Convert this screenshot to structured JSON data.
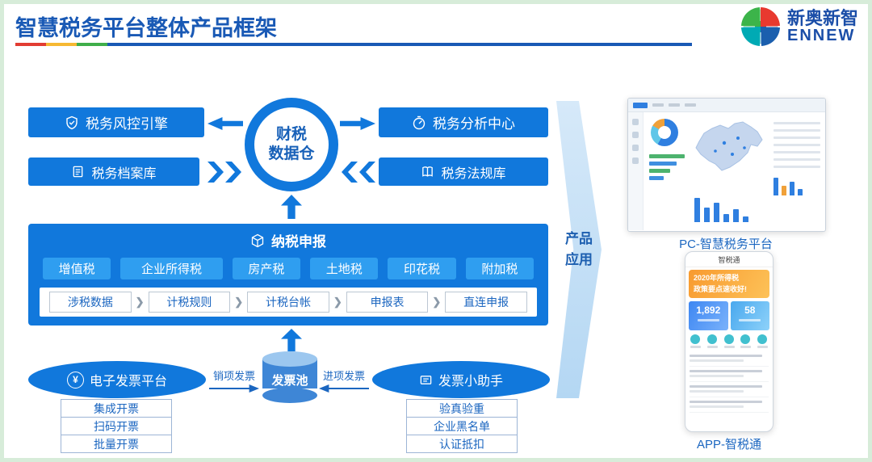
{
  "header": {
    "title": "智慧税务平台整体产品框架",
    "logo": {
      "name_cn": "新奥新智",
      "brand": "ENNEW"
    }
  },
  "hub": {
    "center_line1": "财税",
    "center_line2": "数据仓",
    "risk_engine": "税务风控引擎",
    "analysis_center": "税务分析中心",
    "archive": "税务档案库",
    "regulations": "税务法规库"
  },
  "declaration": {
    "title": "纳税申报",
    "taxes": [
      "增值税",
      "企业所得税",
      "房产税",
      "土地税",
      "印花税",
      "附加税"
    ],
    "flow": [
      "涉税数据",
      "计税规则",
      "计税台帐",
      "申报表",
      "直连申报"
    ]
  },
  "invoice": {
    "platform": "电子发票平台",
    "pool": "发票池",
    "assistant": "发票小助手",
    "outbound_label": "销项发票",
    "inbound_label": "进项发票",
    "platform_features": [
      "集成开票",
      "扫码开票",
      "批量开票"
    ],
    "assistant_features": [
      "验真验重",
      "企业黑名单",
      "认证抵扣"
    ]
  },
  "application": {
    "arrow_label_line1": "产品",
    "arrow_label_line2": "应用",
    "pc_caption": "PC-智慧税务平台",
    "app_caption": "APP-智税通",
    "app": {
      "header_title": "智税通",
      "banner_line1": "2020年所得税",
      "banner_line2": "政策要点速收好!",
      "stat1": "1,892",
      "stat2": "58"
    }
  },
  "icons": {
    "flow_arrow": "❯",
    "yen": "¥"
  },
  "colors": {
    "primary_blue": "#1178dc",
    "button_blue": "#2f9ef0",
    "title_blue": "#1959b5",
    "link_blue": "#1b66c0",
    "arrow_light_blue": "#c7e0f6",
    "banner_orange": "#f89a2f",
    "app_teal": "#41c0cf",
    "logo_green": "#3cb44a",
    "logo_red": "#e8392f",
    "logo_navy": "#1b5fae",
    "logo_cyan": "#00aab4",
    "frame_green": "#d7ecd9"
  }
}
